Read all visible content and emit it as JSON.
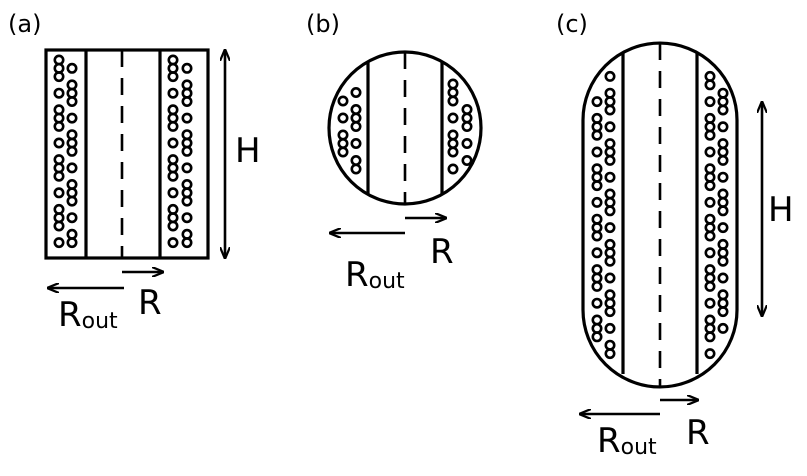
{
  "panels": [
    {
      "id": "a",
      "label": "(a)",
      "geometry_label": "H",
      "r_out_base": "R",
      "r_out_subscript": "out",
      "r_label": "R"
    },
    {
      "id": "b",
      "label": "(b)",
      "r_out_base": "R",
      "r_out_subscript": "out",
      "r_label": "R"
    },
    {
      "id": "c",
      "label": "(c)",
      "geometry_label": "H",
      "r_out_base": "R",
      "r_out_subscript": "out",
      "r_label": "R"
    }
  ]
}
